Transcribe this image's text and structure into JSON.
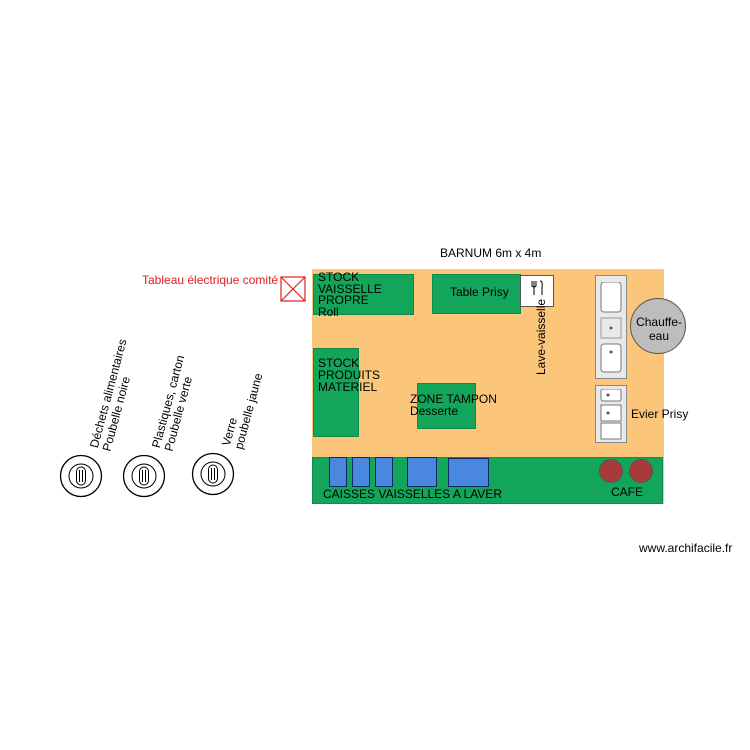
{
  "plan": {
    "title": "BARNUM 6m x 4m",
    "electrical_panel": "Tableau électrique comité",
    "zones": {
      "stock_clean": [
        "STOCK",
        "VAISSELLE",
        "PROPRE",
        "Roll"
      ],
      "stock_products": [
        "STOCK",
        "PRODUITS",
        "MATERIEL"
      ],
      "table": "Table Prisy",
      "buffer": [
        "ZONE TAMPON",
        "Desserte"
      ],
      "dishwasher": "Lave-vaisselle",
      "water_heater": [
        "Chauffe-",
        "eau"
      ],
      "sink": "Evier Prisy",
      "crates": "CAISSES VAISSELLES A LAVER",
      "coffee": "CAFE"
    },
    "bins": [
      {
        "line1": "Déchets alimentaires",
        "line2": "Poubelle noire"
      },
      {
        "line1": "Plastiques, carton",
        "line2": "Poubelle verte"
      },
      {
        "line1": "Verre",
        "line2": "poubelle jaune"
      }
    ],
    "watermark": "www.archifacile.fr"
  },
  "colors": {
    "tent": "#fbc57a",
    "zone": "#13a55a",
    "crate": "#4a88e0",
    "coffee": "#a83a3a",
    "heater": "#bdbdbd",
    "label_red": "#e02020"
  }
}
